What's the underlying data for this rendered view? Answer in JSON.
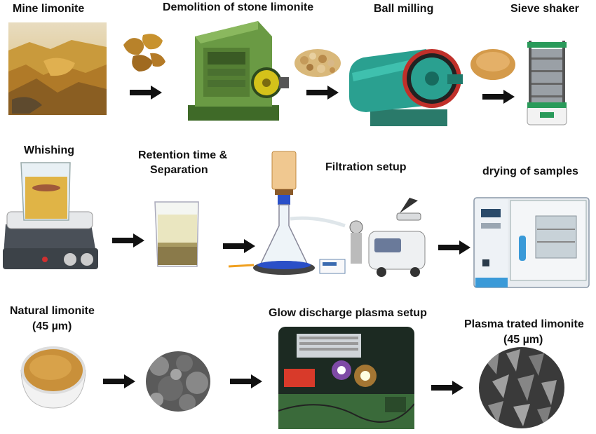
{
  "rows": [
    {
      "steps": [
        {
          "label": "Mine limonite",
          "icon": "mine-rock-photo"
        },
        {
          "label": "Demolition of stone limonite",
          "icon": "jaw-crusher"
        },
        {
          "label": "Ball milling",
          "icon": "ball-mill"
        },
        {
          "label": "Sieve shaker",
          "icon": "sieve-shaker"
        }
      ]
    },
    {
      "steps": [
        {
          "label": "Whishing",
          "icon": "hotplate-stirrer-beaker"
        },
        {
          "label_line1": "Retention time &",
          "label_line2": "Separation",
          "icon": "settling-beaker"
        },
        {
          "label": "Filtration setup",
          "icon": "vacuum-filtration-pump"
        },
        {
          "label": "drying of samples",
          "icon": "drying-oven"
        }
      ]
    },
    {
      "steps": [
        {
          "label_line1": "Natural limonite",
          "label_line2": "(45 µm)",
          "icon": "powder-bowl"
        },
        {
          "label": "",
          "icon": "sem-micrograph-natural"
        },
        {
          "label": "Glow discharge plasma setup",
          "icon": "plasma-setup-photo"
        },
        {
          "label_line1": "Plasma trated limonite",
          "label_line2": "(45 µm)",
          "icon": "sem-micrograph-treated"
        }
      ]
    }
  ],
  "colors": {
    "arrow": "#111111",
    "machine_green": "#5a8a3a",
    "mill_teal": "#2a9a8a",
    "powder": "#c9903a"
  }
}
